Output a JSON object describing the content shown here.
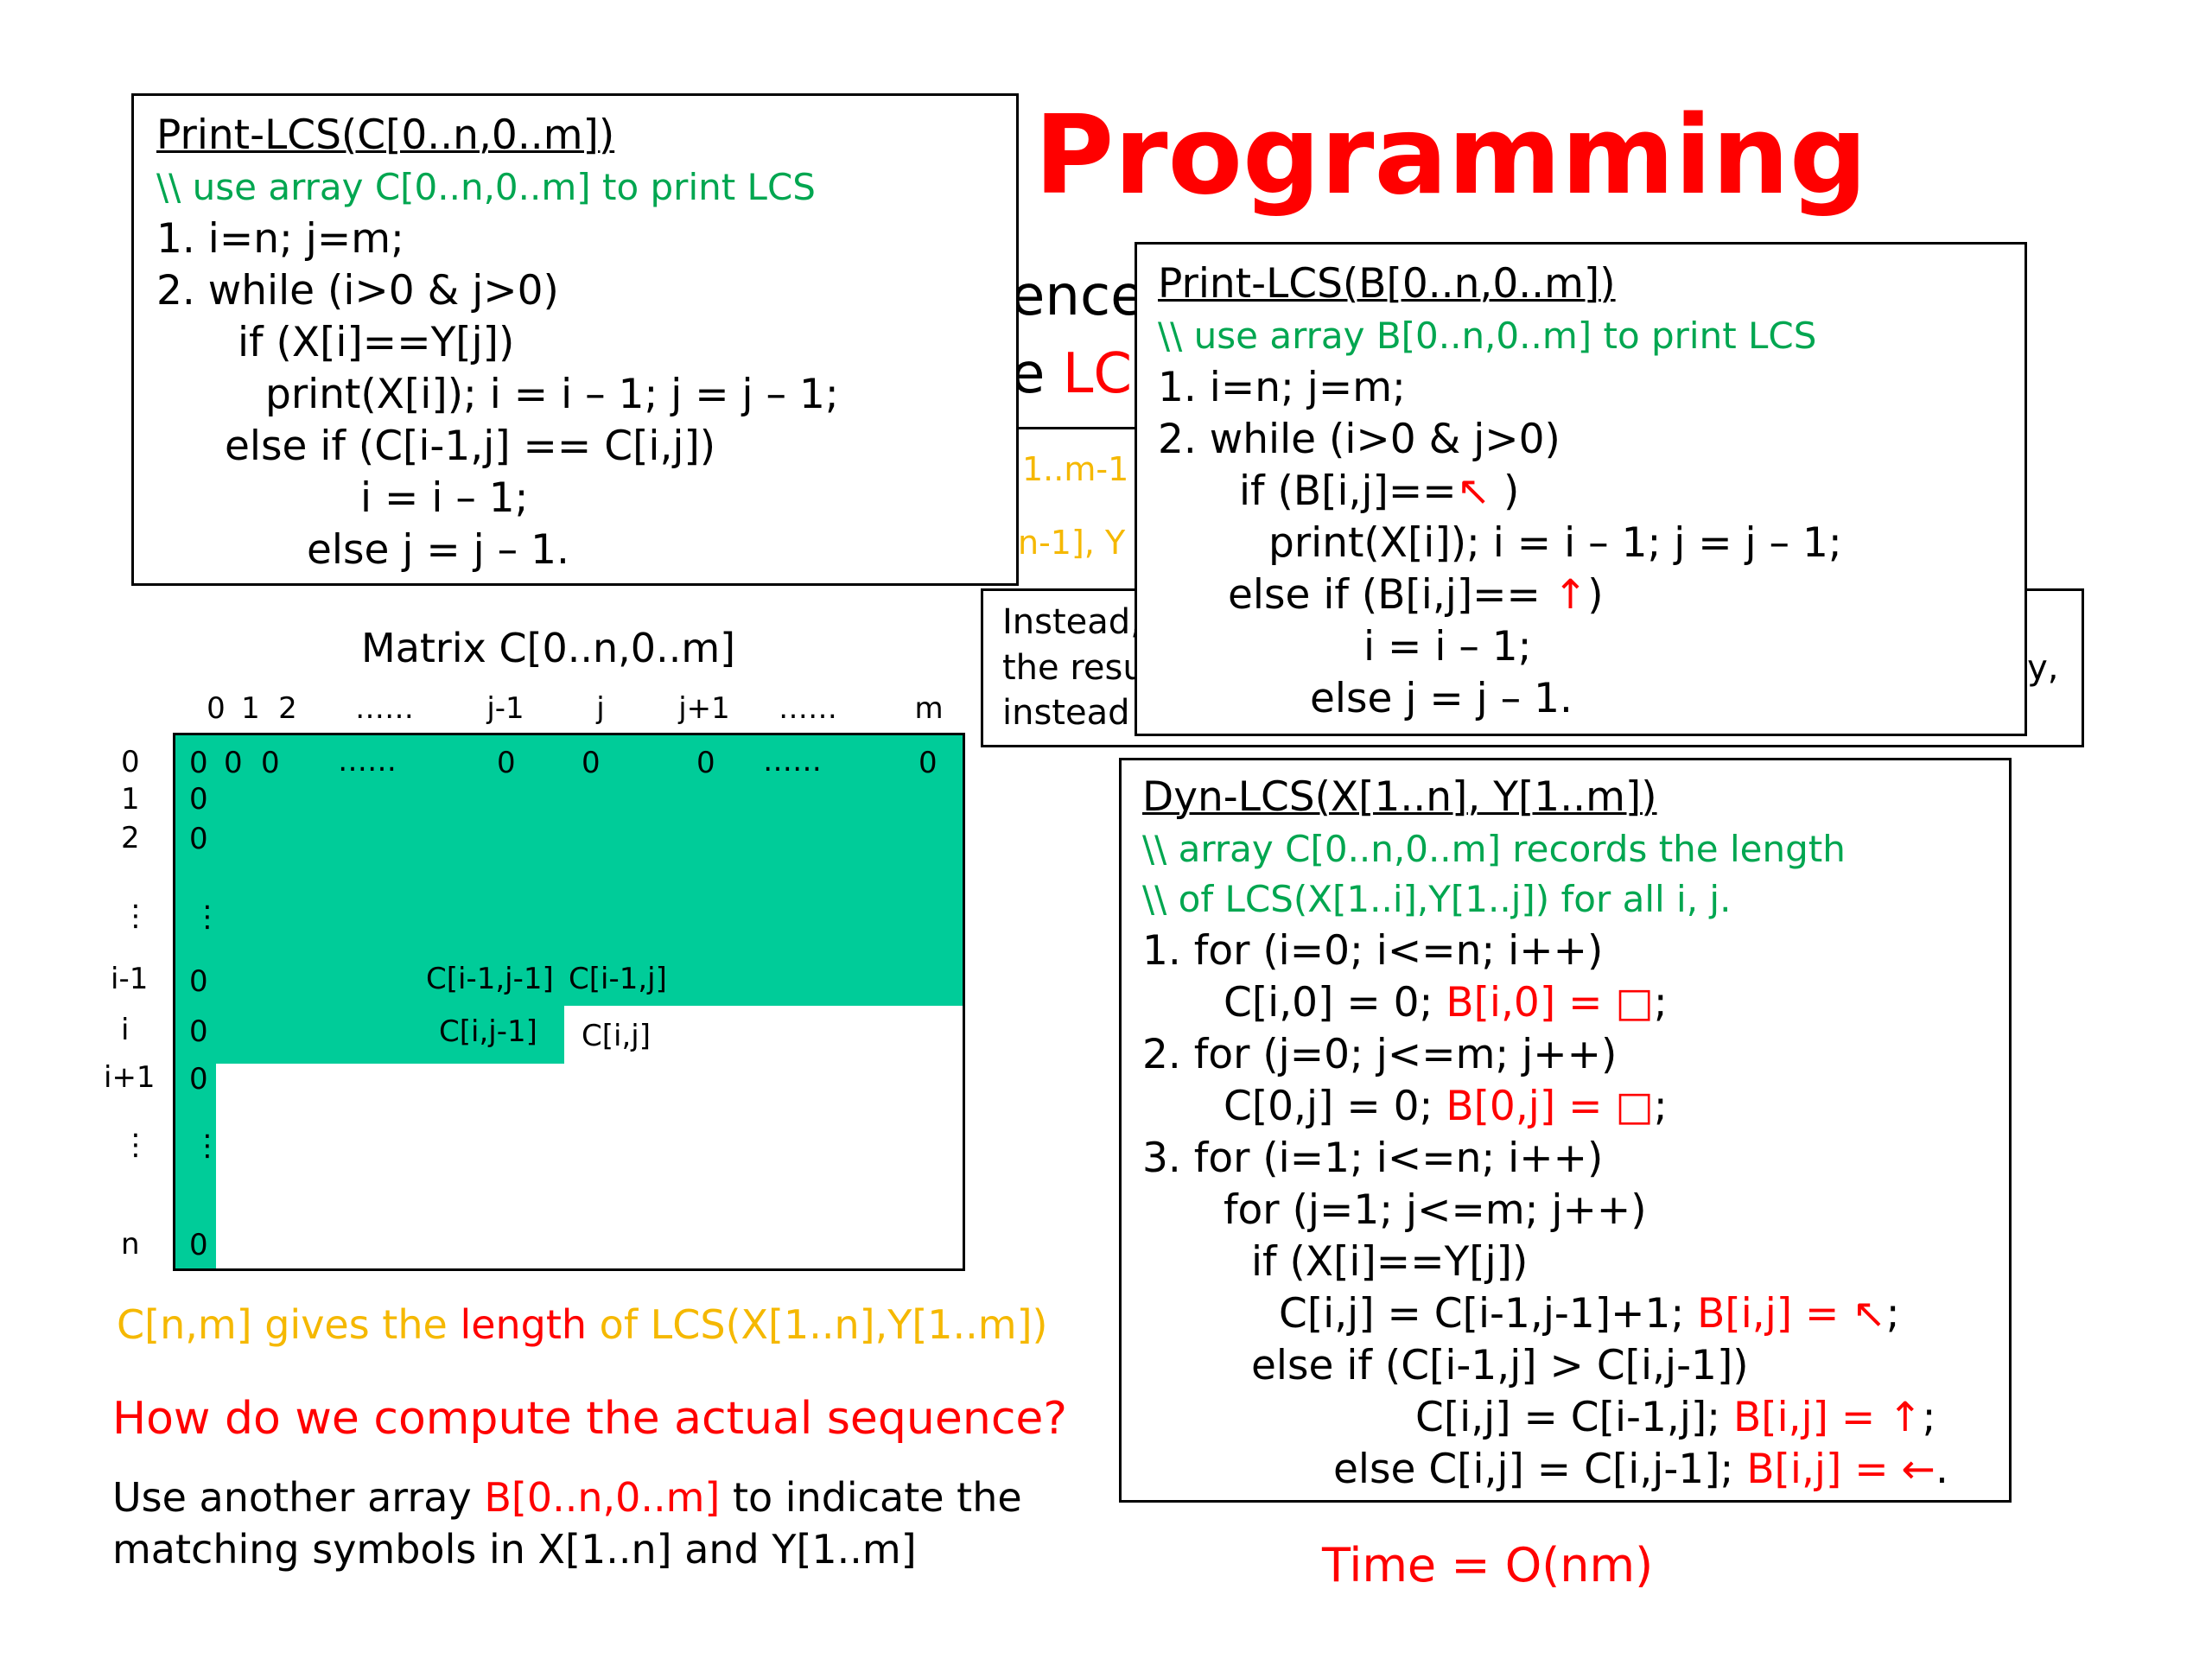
{
  "title": "Programming",
  "behind": {
    "frag1": "ence",
    "frag2_pre": "e ",
    "frag2_lcs": "LC",
    "frag3": "1..m-1",
    "frag4": "n-1], Y",
    "frag5": "Instead,",
    "frag6": "the resu",
    "frag7": "instead",
    "frag8": "ly,"
  },
  "print_lcs_c": {
    "header": "Print-LCS(C[0..n,0..m])",
    "comment": "\\\\ use array C[0..n,0..m] to print LCS",
    "lines": [
      "1. i=n; j=m;",
      "2. while (i>0 & j>0)",
      "if (X[i]==Y[j])",
      "print(X[i]); i = i – 1; j = j – 1;",
      "else if (C[i-1,j] == C[i,j])",
      "i = i – 1;",
      "else j = j – 1."
    ]
  },
  "print_lcs_b": {
    "header": "Print-LCS(B[0..n,0..m])",
    "comment": "\\\\ use array B[0..n,0..m] to print LCS",
    "line1": "1. i=n; j=m;",
    "line2": "2. while (i>0 & j>0)",
    "line3_pre": "if (B[i,j]==",
    "line3_arrow": "↖",
    "line3_post": " )",
    "line4": "print(X[i]); i = i – 1; j = j – 1;",
    "line5_pre": "else if (B[i,j]== ",
    "line5_arrow": "↑",
    "line5_post": ")",
    "line6": "i = i – 1;",
    "line7": "else j = j – 1."
  },
  "matrix": {
    "title": "Matrix C[0..n,0..m]",
    "col_headers": [
      "0",
      "1",
      "2",
      "……",
      "j-1",
      "j",
      "j+1",
      "……",
      "m"
    ],
    "row_headers": [
      "0",
      "1",
      "2",
      "⋮",
      "i-1",
      "i",
      "i+1",
      "⋮",
      "n"
    ],
    "row0_values": [
      "0",
      "0",
      "0",
      "……",
      "0",
      "0",
      "0",
      "……",
      "0"
    ],
    "col0_values": [
      "0",
      "0",
      "⋮",
      "0",
      "0",
      "0",
      "⋮",
      "0"
    ],
    "cell_im1_jm1": "C[i-1,j-1]",
    "cell_im1_j": "C[i-1,j]",
    "cell_i_jm1": "C[i,j-1]",
    "cell_i_j": "C[i,j]",
    "fill_color": "#00cc99"
  },
  "dyn_lcs": {
    "header": "Dyn-LCS(X[1..n], Y[1..m])",
    "comment1": "\\\\ array C[0..n,0..m] records the length",
    "comment2": "\\\\ of LCS(X[1..i],Y[1..j]) for all i, j.",
    "l1": "1. for (i=0; i<=n; i++)",
    "l2_pre": "C[i,0] = 0; ",
    "l2_red": "B[i,0] = □",
    "l2_post": ";",
    "l3": "2. for (j=0; j<=m; j++)",
    "l4_pre": "C[0,j] = 0; ",
    "l4_red": "B[0,j] = □",
    "l4_post": ";",
    "l5": "3. for (i=1; i<=n; i++)",
    "l6": "for (j=1; j<=m; j++)",
    "l7": "if (X[i]==Y[j])",
    "l8_pre": "C[i,j] = C[i-1,j-1]+1; ",
    "l8_red": "B[i,j] = ↖",
    "l8_post": ";",
    "l9": "else if (C[i-1,j] > C[i,j-1])",
    "l10_pre": "C[i,j] = C[i-1,j]; ",
    "l10_red": "B[i,j] = ↑",
    "l10_post": ";",
    "l11_pre": "else C[i,j] = C[i,j-1]; ",
    "l11_red": "B[i,j] = ←",
    "l11_post": "."
  },
  "caption": {
    "part1": "C[n,m] gives the ",
    "part2": "length",
    "part3": " of LCS(X[1..n],Y[1..m])"
  },
  "question": "How do we compute the actual sequence?",
  "answer": {
    "line1_pre": "Use another array ",
    "line1_red": "B[0..n,0..m]",
    "line1_post": " to indicate the",
    "line2": "matching symbols in X[1..n] and Y[1..m]"
  },
  "time": "Time = O(nm)"
}
